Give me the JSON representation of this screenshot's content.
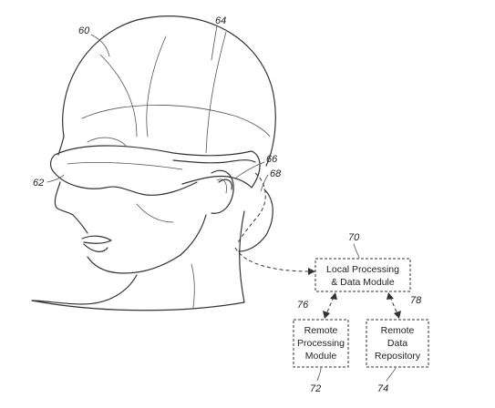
{
  "refs": {
    "r60": "60",
    "r62": "62",
    "r64": "64",
    "r66": "66",
    "r68": "68",
    "r70": "70",
    "r72": "72",
    "r74": "74",
    "r76": "76",
    "r78": "78"
  },
  "boxes": {
    "local": {
      "line1": "Local Processing",
      "line2": "& Data Module"
    },
    "remote_processing": {
      "line1": "Remote",
      "line2": "Processing",
      "line3": "Module"
    },
    "remote_data": {
      "line1": "Remote",
      "line2": "Data",
      "line3": "Repository"
    }
  },
  "colors": {
    "line": "#333333",
    "background": "#ffffff"
  }
}
